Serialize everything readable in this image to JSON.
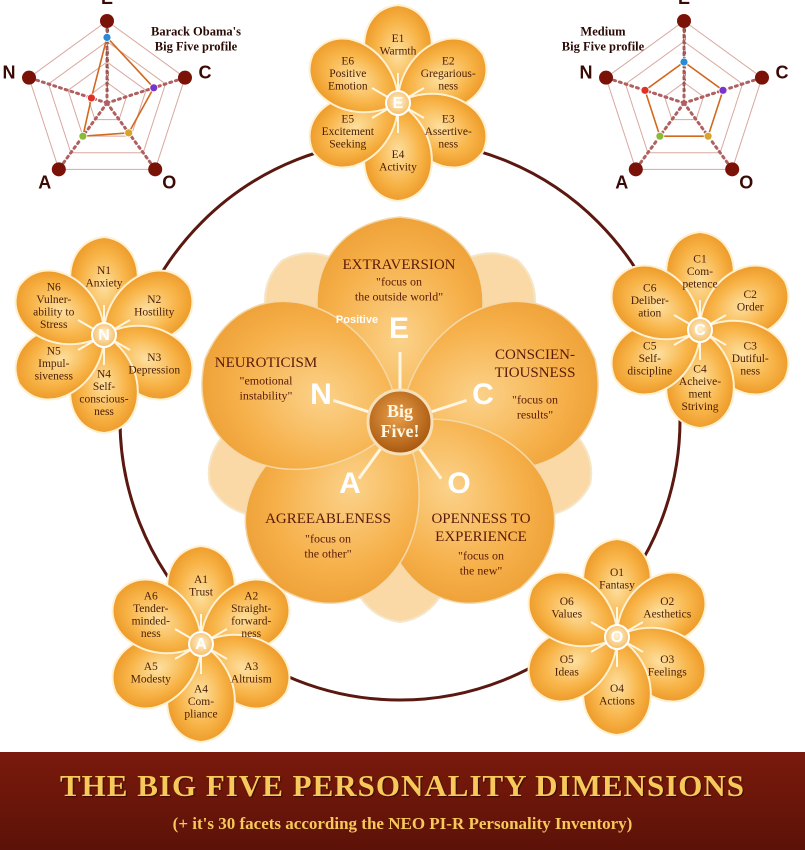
{
  "center_label": [
    "Big",
    "Five!"
  ],
  "positive_label": "Positive",
  "dimensions": [
    {
      "letter": "E",
      "name": [
        "EXTRAVERSION"
      ],
      "desc": [
        "\"focus on",
        "the outside world\""
      ]
    },
    {
      "letter": "C",
      "name": [
        "CONSCIEN-",
        "TIOUSNESS"
      ],
      "desc": [
        "\"focus on",
        "results\""
      ]
    },
    {
      "letter": "O",
      "name": [
        "OPENNESS TO",
        "EXPERIENCE"
      ],
      "desc": [
        "\"focus on",
        "the new\""
      ]
    },
    {
      "letter": "A",
      "name": [
        "AGREEABLENESS"
      ],
      "desc": [
        "\"focus on",
        "the other\""
      ]
    },
    {
      "letter": "N",
      "name": [
        "NEUROTICISM"
      ],
      "desc": [
        "\"emotional",
        "instability\""
      ]
    }
  ],
  "facet_flowers": [
    {
      "letter": "E",
      "facets": [
        [
          "E1",
          "Warmth"
        ],
        [
          "E2",
          "Gregarious-",
          "ness"
        ],
        [
          "E3",
          "Assertive-",
          "ness"
        ],
        [
          "E4",
          "Activity"
        ],
        [
          "E5",
          "Excitement",
          "Seeking"
        ],
        [
          "E6",
          "Positive",
          "Emotion"
        ]
      ]
    },
    {
      "letter": "C",
      "facets": [
        [
          "C1",
          "Com-",
          "petence"
        ],
        [
          "C2",
          "Order"
        ],
        [
          "C3",
          "Dutiful-",
          "ness"
        ],
        [
          "C4",
          "Acheive-",
          "ment",
          "Striving"
        ],
        [
          "C5",
          "Self-",
          "discipline"
        ],
        [
          "C6",
          "Deliber-",
          "ation"
        ]
      ]
    },
    {
      "letter": "O",
      "facets": [
        [
          "O1",
          "Fantasy"
        ],
        [
          "O2",
          "Aesthetics"
        ],
        [
          "O3",
          "Feelings"
        ],
        [
          "O4",
          "Actions"
        ],
        [
          "O5",
          "Ideas"
        ],
        [
          "O6",
          "Values"
        ]
      ]
    },
    {
      "letter": "A",
      "facets": [
        [
          "A1",
          "Trust"
        ],
        [
          "A2",
          "Straight-",
          "forward-",
          "ness"
        ],
        [
          "A3",
          "Altruism"
        ],
        [
          "A4",
          "Com-",
          "pliance"
        ],
        [
          "A5",
          "Modesty"
        ],
        [
          "A6",
          "Tender-",
          "minded-",
          "ness"
        ]
      ]
    },
    {
      "letter": "N",
      "facets": [
        [
          "N1",
          "Anxiety"
        ],
        [
          "N2",
          "Hostility"
        ],
        [
          "N3",
          "Depression"
        ],
        [
          "N4",
          "Self-",
          "conscious-",
          "ness"
        ],
        [
          "N5",
          "Impul-",
          "siveness"
        ],
        [
          "N6",
          "Vulner-",
          "ability to",
          "Stress"
        ]
      ]
    }
  ],
  "radar_charts": [
    {
      "title": [
        "Barack Obama's",
        "Big Five profile"
      ],
      "axes": [
        "E",
        "C",
        "O",
        "A",
        "N"
      ],
      "scale_ticks": [
        "9",
        "8",
        "7",
        "6",
        "5",
        "4",
        "3",
        "2",
        "1"
      ],
      "values": [
        8,
        6,
        4.5,
        5,
        2
      ],
      "line_color": "#d2691e"
    },
    {
      "title": [
        "Medium",
        "Big Five profile"
      ],
      "axes": [
        "E",
        "C",
        "O",
        "A",
        "N"
      ],
      "scale_ticks": [
        "9",
        "8",
        "7",
        "6",
        "5",
        "4",
        "3",
        "2",
        "1"
      ],
      "values": [
        5,
        5,
        5,
        5,
        5
      ],
      "line_color": "#d2691e"
    }
  ],
  "marker_colors": [
    "#2a8ad6",
    "#7a35c8",
    "#d8a52c",
    "#8aba3a",
    "#e0302a"
  ],
  "footer": {
    "title": "THE BIG FIVE PERSONALITY DIMENSIONS",
    "subtitle": "(+ it's 30 facets according the NEO PI-R Personality Inventory)"
  }
}
